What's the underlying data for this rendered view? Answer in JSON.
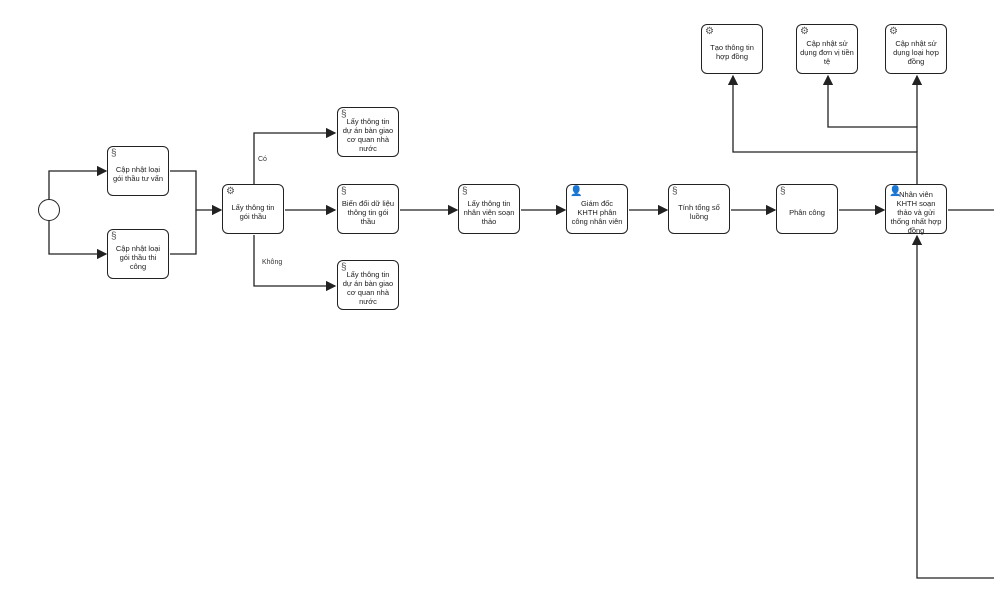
{
  "tasks": [
    {
      "id": "t1",
      "label": "Cập nhật loại gói thầu tư vấn",
      "icon": "script-icon"
    },
    {
      "id": "t2",
      "label": "Cập nhật loại gói thầu thi công",
      "icon": "script-icon"
    },
    {
      "id": "t3",
      "label": "Lấy thông tin gói thầu",
      "icon": "gear-icon"
    },
    {
      "id": "t4",
      "label": "Lấy thông tin dự án bàn giao cơ quan nhà nước",
      "icon": "script-icon"
    },
    {
      "id": "t5",
      "label": "Biến đổi dữ liệu thông tin gói thầu",
      "icon": "script-icon"
    },
    {
      "id": "t6",
      "label": "Lấy thông tin dự án bàn giao cơ quan nhà nước",
      "icon": "script-icon"
    },
    {
      "id": "t7",
      "label": "Lấy thông tin nhân viên soạn thảo",
      "icon": "script-icon"
    },
    {
      "id": "t8",
      "label": "Giám đốc KHTH phân công nhân viên",
      "icon": "user-icon"
    },
    {
      "id": "t9",
      "label": "Tính tổng số luồng",
      "icon": "script-icon"
    },
    {
      "id": "t10",
      "label": "Phân công",
      "icon": "script-icon"
    },
    {
      "id": "t11",
      "label": "Nhân viên KHTH soạn thảo và gửi thống nhất hợp đồng",
      "icon": "user-icon"
    },
    {
      "id": "t12",
      "label": "Tạo thông tin hợp đồng",
      "icon": "gear-icon"
    },
    {
      "id": "t13",
      "label": "Cập nhật sử dụng đơn vị tiền tệ",
      "icon": "gear-icon"
    },
    {
      "id": "t14",
      "label": "Cập nhật sử dụng loại hợp đồng",
      "icon": "gear-icon"
    }
  ],
  "gateway_labels": {
    "yes": "Có",
    "no": "Không"
  }
}
